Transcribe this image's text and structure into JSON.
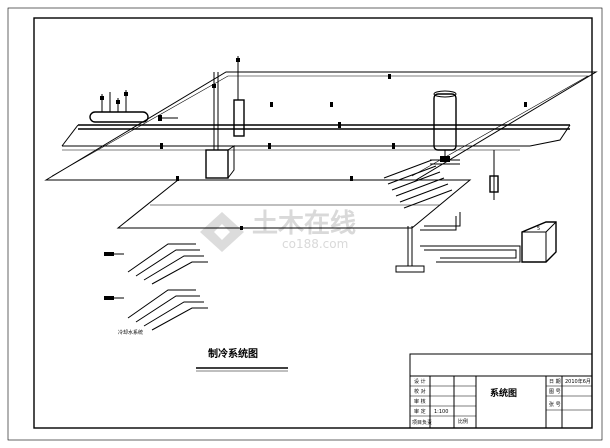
{
  "drawing": {
    "title": "制冷系统图",
    "left_group_label": "冷却水系统",
    "tank_label": "5"
  },
  "watermark": {
    "brand": "土木在线",
    "site": "co188.com"
  },
  "title_block": {
    "sheet_name": "系统图",
    "row_labels": [
      "设 计",
      "校 对",
      "审 核",
      "审 定",
      "项目负责"
    ],
    "scale_label": "比例",
    "scale_value": "1:100",
    "date_label": "日 期",
    "date_value": "2010年6月",
    "drawing_no_label": "图 号",
    "sheet_no_label": "张 号"
  }
}
